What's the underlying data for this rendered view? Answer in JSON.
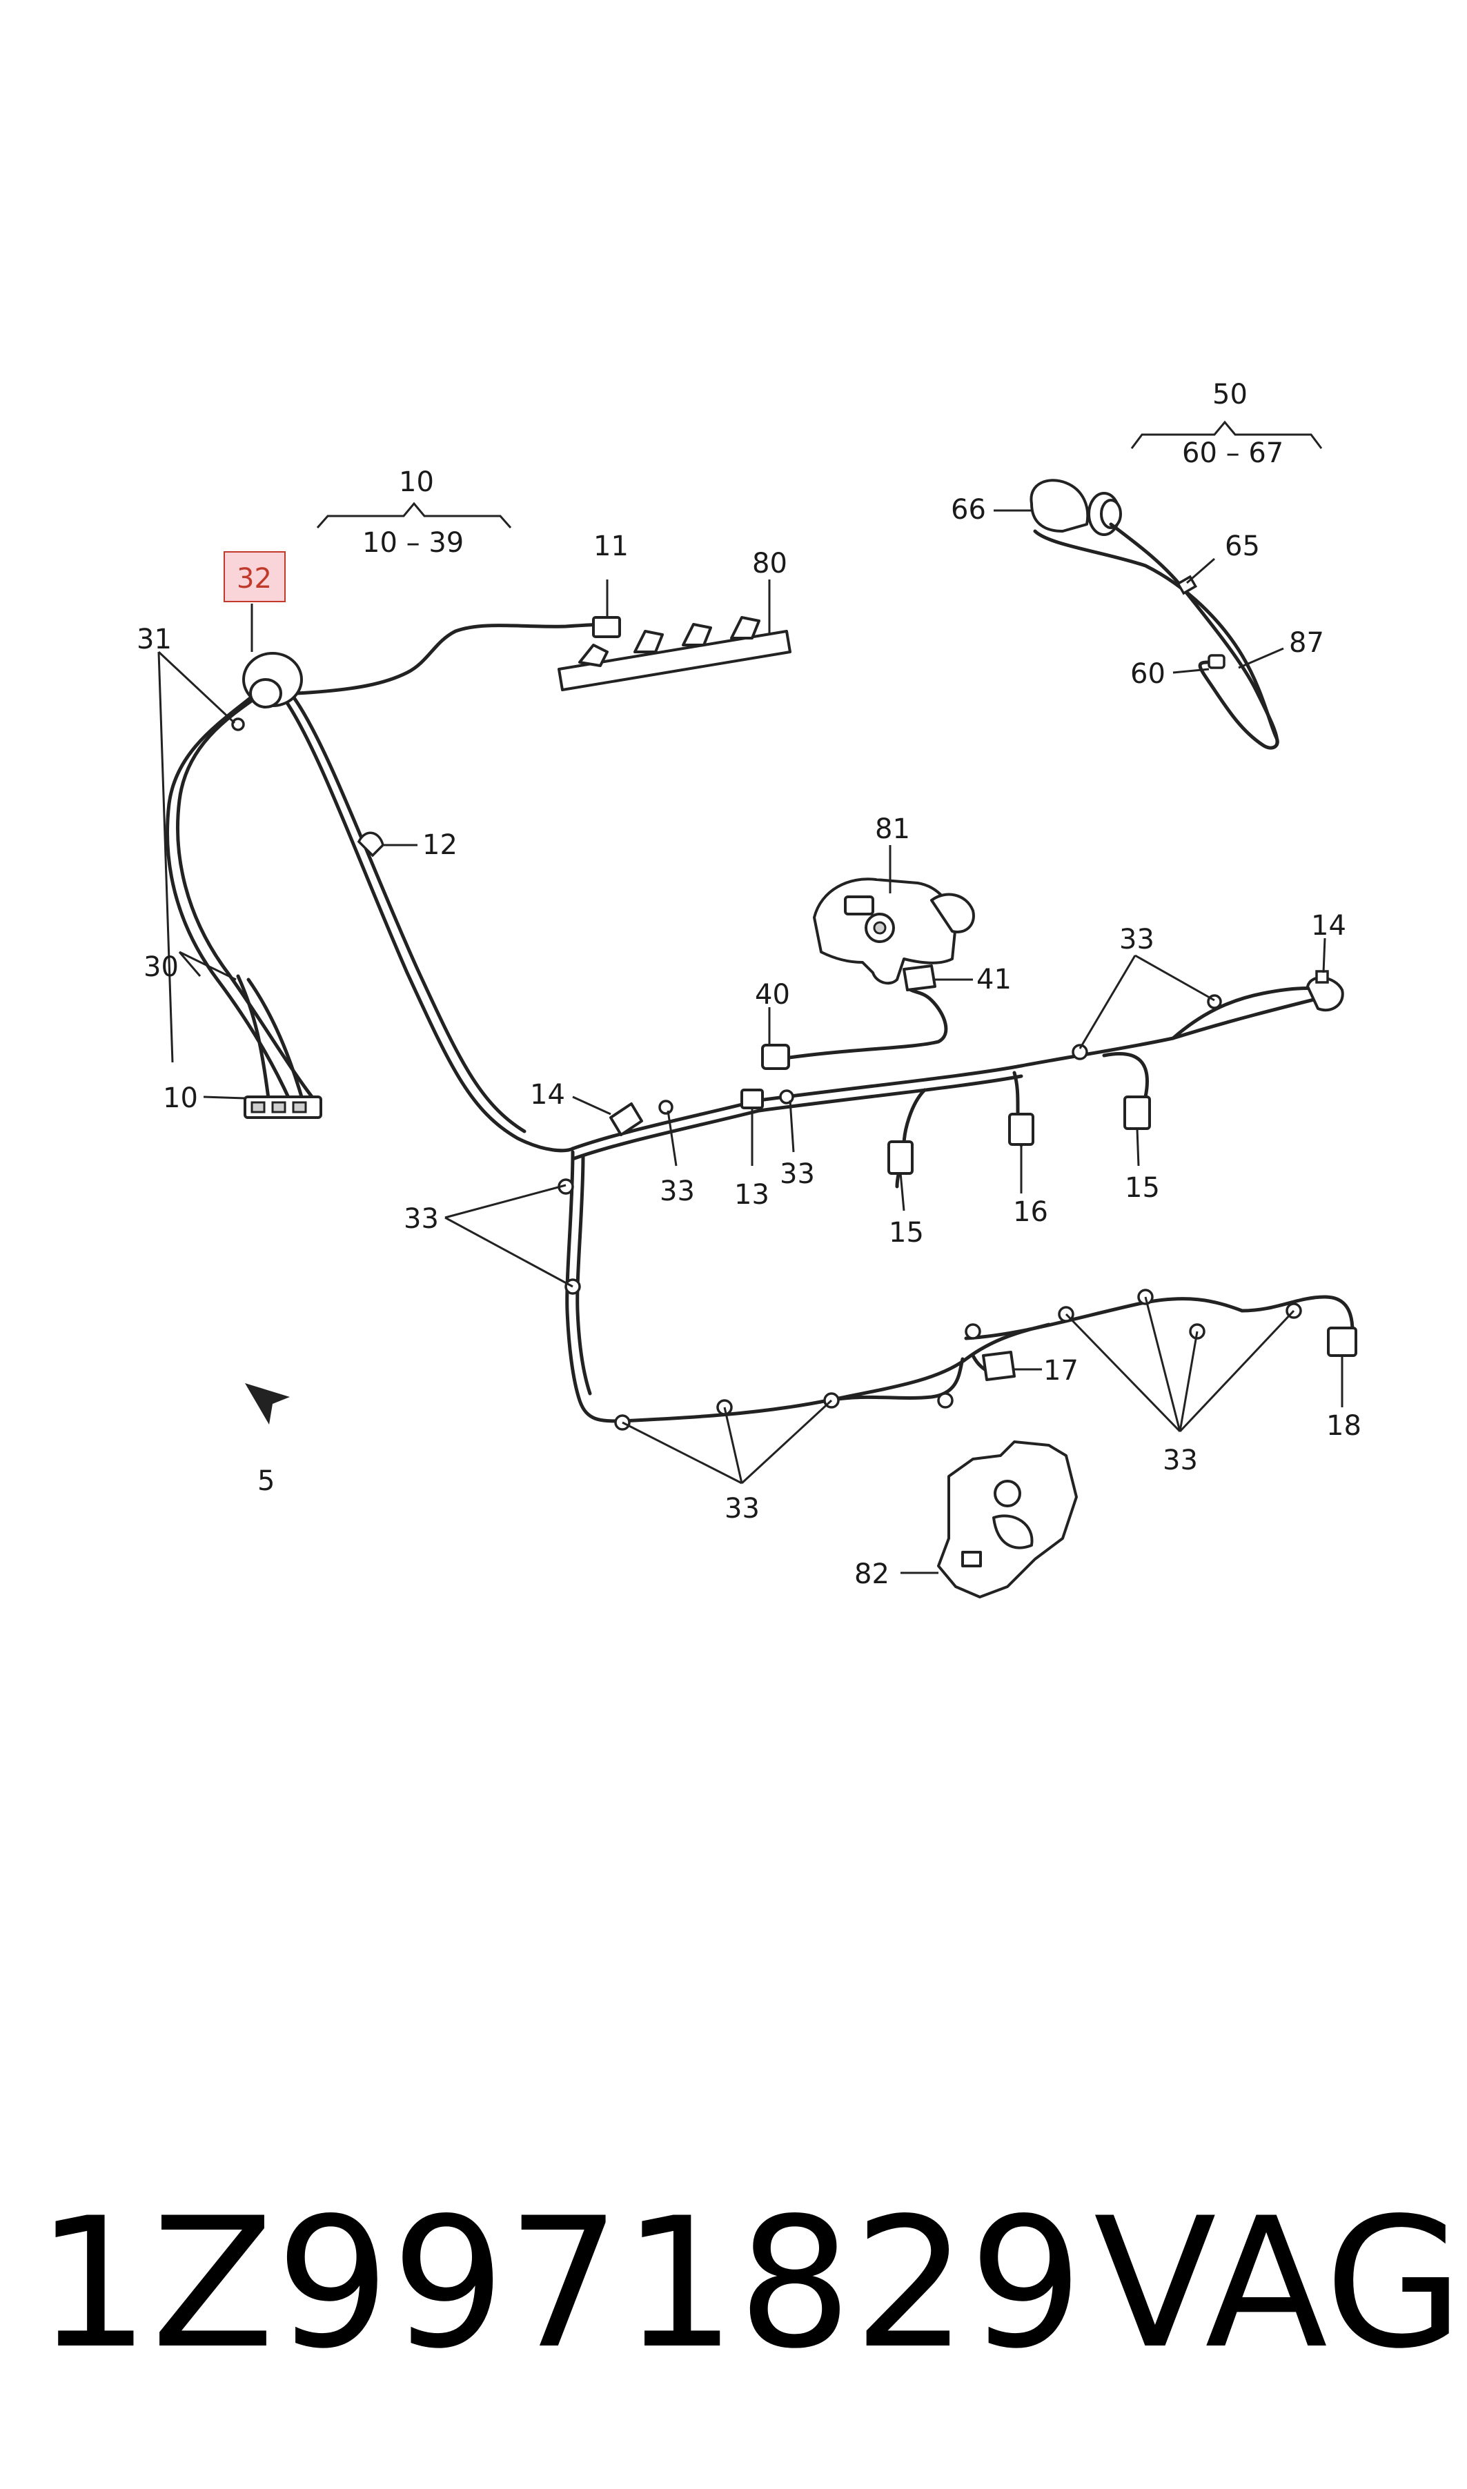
{
  "labels": {
    "l10_top": "10",
    "l10_range": "10 – 39",
    "l50": "50",
    "l50_range": "60 – 67",
    "l32": "32",
    "l31": "31",
    "l30": "30",
    "l10_left": "10",
    "l11": "11",
    "l80": "80",
    "l12": "12",
    "l66": "66",
    "l65": "65",
    "l87": "87",
    "l60": "60",
    "l81": "81",
    "l40": "40",
    "l41": "41",
    "l33_a": "33",
    "l14_a": "14",
    "l14_b": "14",
    "l33_b": "33",
    "l13": "13",
    "l33_c": "33",
    "l15_a": "15",
    "l16": "16",
    "l15_b": "15",
    "l33_d": "33",
    "l17": "17",
    "l18": "18",
    "l33_e": "33",
    "l33_f": "33",
    "l5": "5",
    "l82": "82"
  },
  "highlight_color": "#c0392b",
  "part_number": "1Z9971829",
  "brand": "VAG"
}
